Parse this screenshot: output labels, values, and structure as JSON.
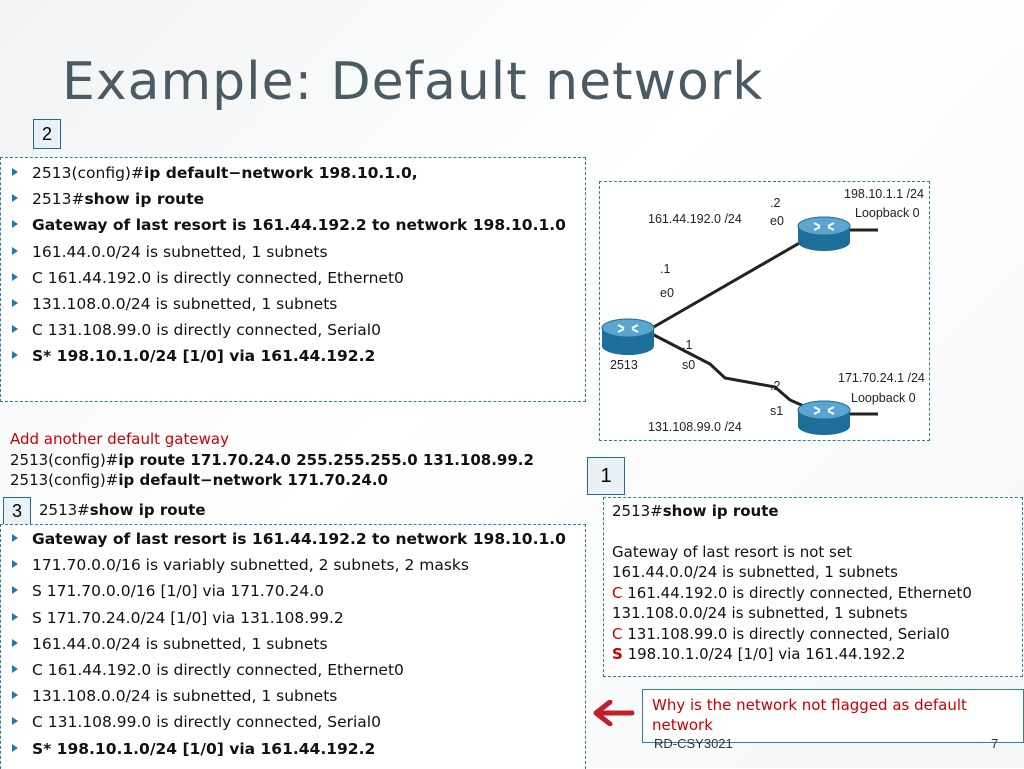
{
  "slide": {
    "title": "Example: Default network",
    "box_numbers": {
      "two": "2",
      "one": "1",
      "three": "3"
    },
    "top_list": [
      {
        "plain": "2513(config)#",
        "bold": "ip default−network 198.10.1.0,"
      },
      {
        "plain": "2513#",
        "bold": "show ip route"
      },
      {
        "plain": "",
        "bold": " Gateway of last resort is 161.44.192.2 to network 198.10.1.0"
      },
      {
        "plain": "161.44.0.0/24 is subnetted, 1 subnets",
        "bold": ""
      },
      {
        "plain": "C 161.44.192.0 is directly connected, Ethernet0",
        "bold": ""
      },
      {
        "plain": "131.108.0.0/24 is subnetted, 1 subnets",
        "bold": ""
      },
      {
        "plain": "C 131.108.99.0 is directly connected, Serial0",
        "bold": ""
      },
      {
        "plain": "",
        "bold": "S* 198.10.1.0/24 [1/0] via 161.44.192.2"
      }
    ],
    "diagram": {
      "net_top": "161.44.192.0 /24",
      "dot2_e0_a": ".2",
      "dot2_e0_b": "e0",
      "top_router_ip": "198.10.1.1 /24",
      "top_loopback": "Loopback 0",
      "dot1": ".1",
      "e0": "e0",
      "dot1_s0_a": ".1",
      "dot1_s0_b": "s0",
      "router_name": "2513",
      "dot2_s1_a": ".2",
      "dot2_s1_b": "s1",
      "bottom_router_ip": "171.70.24.1 /24",
      "bottom_loopback": "Loopback 0",
      "net_bottom": "131.108.99.0 /24"
    },
    "middle": {
      "heading": "Add another default gateway",
      "line1_plain": "2513(config)#",
      "line1_bold": "ip route 171.70.24.0 255.255.255.0 131.108.99.2",
      "line2_plain": "2513(config)#",
      "line2_bold": "ip default−network 171.70.24.0"
    },
    "box3_label_plain": "2513#",
    "box3_label_bold": "show ip route",
    "bottom_list": [
      {
        "plain": "",
        "bold": "Gateway of last resort is 161.44.192.2 to network 198.10.1.0"
      },
      {
        "plain": "171.70.0.0/16 is variably subnetted, 2 subnets, 2 masks",
        "bold": ""
      },
      {
        "plain": "S 171.70.0.0/16 [1/0] via 171.70.24.0",
        "bold": ""
      },
      {
        "plain": "S 171.70.24.0/24 [1/0] via 131.108.99.2",
        "bold": ""
      },
      {
        "plain": "161.44.0.0/24 is subnetted, 1 subnets",
        "bold": ""
      },
      {
        "plain": "C 161.44.192.0 is directly connected, Ethernet0",
        "bold": ""
      },
      {
        "plain": "131.108.0.0/24 is subnetted, 1 subnets",
        "bold": ""
      },
      {
        "plain": "C 131.108.99.0 is directly connected, Serial0",
        "bold": ""
      },
      {
        "plain": "",
        "bold": "S* 198.10.1.0/24 [1/0] via 161.44.192.2"
      }
    ],
    "right_box": {
      "cmd_plain": "2513#",
      "cmd_bold": "show ip route",
      "line_gw": "Gateway of last resort is not set",
      "line_sub1": "161.44.0.0/24 is subnetted, 1 subnets",
      "c1_code": "C",
      "c1_text": " 161.44.192.0 is directly connected, Ethernet0",
      "line_sub2": "131.108.0.0/24 is subnetted, 1 subnets",
      "c2_code": "C",
      "c2_text": " 131.108.99.0 is directly connected, Serial0",
      "s_code": "S",
      "s_text": " 198.10.1.0/24 [1/0] via 161.44.192.2"
    },
    "question": "Why is the network not flagged as default network",
    "footer_left": "RD-CSY3021",
    "footer_page": "7",
    "colors": {
      "accent": "#2e7fa6",
      "red": "#cc0000",
      "title": "#4a5b63",
      "arrow": "#c0202a"
    }
  }
}
